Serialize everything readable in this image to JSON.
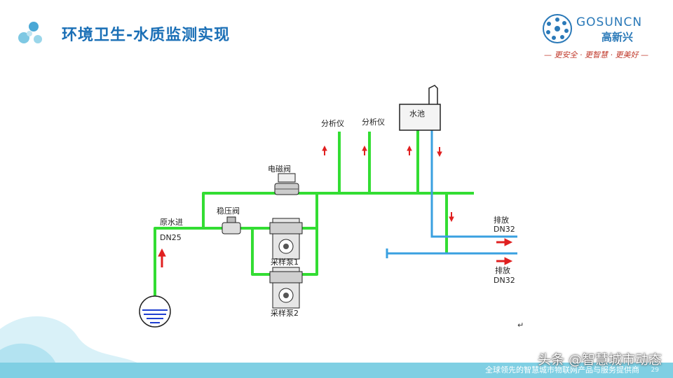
{
  "slide": {
    "title": "环境卫生-水质监测实现",
    "page_number": "29"
  },
  "brand": {
    "name": "GOSUNCN",
    "chinese_name": "高新兴",
    "slogan": "— 更安全 · 更智慧 · 更美好 —"
  },
  "diagram": {
    "labels": {
      "analyzer_1": "分析仪",
      "analyzer_2": "分析仪",
      "tank": "水池",
      "solenoid_valve": "电磁阀",
      "pressure_valve": "稳压阀",
      "raw_water_in": "原水进",
      "inlet_size": "DN25",
      "pump_1": "采样泵1",
      "pump_2": "采样泵2",
      "drain_1": "排放",
      "drain_1_size": "DN32",
      "drain_2": "排放",
      "drain_2_size": "DN32"
    },
    "colors": {
      "supply_pipe": "#33dd33",
      "drain_pipe": "#3aa0e0",
      "flow_arrow": "#e02020"
    }
  },
  "footer": {
    "tagline": "全球领先的智慧城市物联网产品与服务提供商",
    "watermark": "头条 @智慧城市动态",
    "return_mark": "↵"
  }
}
